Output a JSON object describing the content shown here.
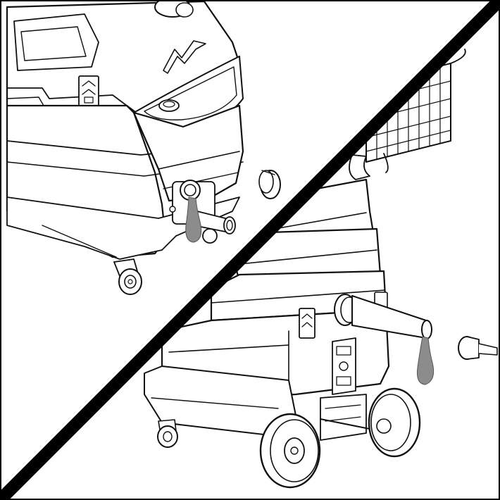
{
  "illustration": {
    "panels": [
      {
        "id": "top-left",
        "subject": "machine-front-drain-valve"
      },
      {
        "id": "bottom-right",
        "subject": "machine-rear-drain-hose"
      }
    ],
    "colors": {
      "line": "#111111",
      "fill": "#ffffff",
      "water": "#8c8c8c",
      "divider": "#000000"
    },
    "icons": [
      "water-drop-icon",
      "drain-cap-icon",
      "caster-wheel-icon",
      "hose-icon",
      "basket-icon",
      "logo-icon"
    ]
  }
}
